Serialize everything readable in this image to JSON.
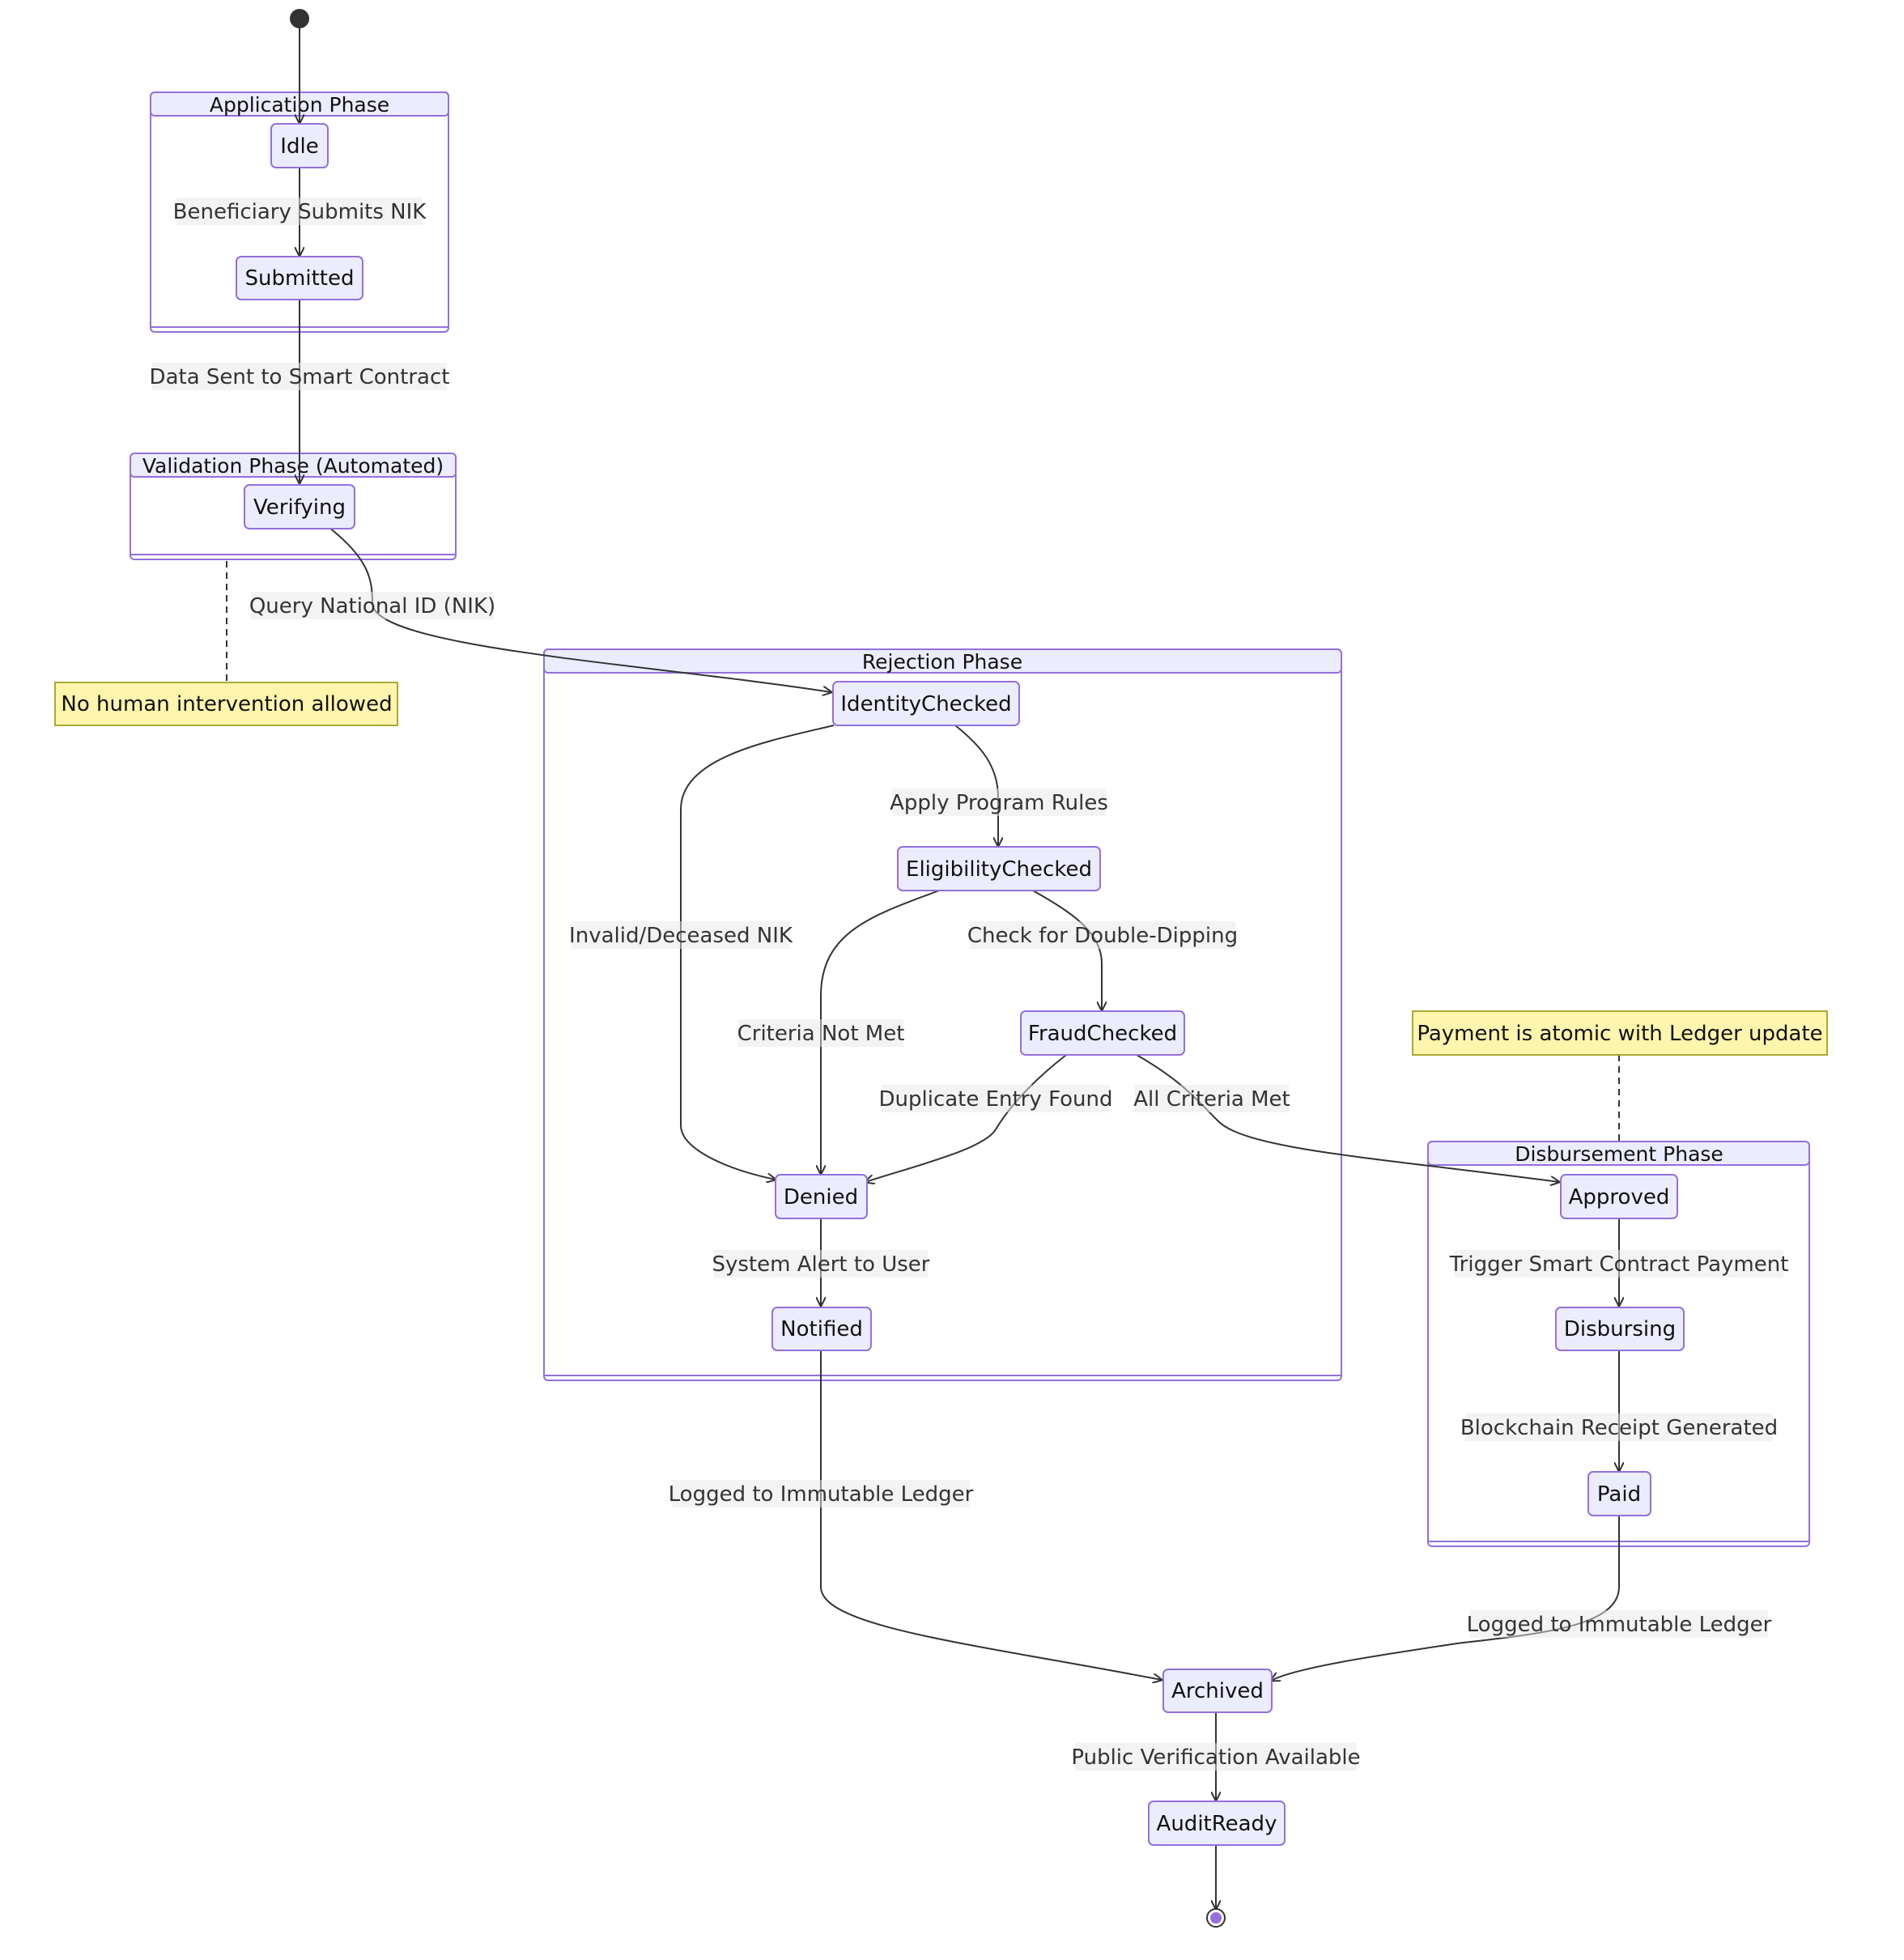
{
  "clusters": {
    "application": "Application Phase",
    "validation": "Validation Phase (Automated)",
    "rejection": "Rejection Phase",
    "disbursement": "Disbursement Phase"
  },
  "states": {
    "idle": "Idle",
    "submitted": "Submitted",
    "verifying": "Verifying",
    "identity_checked": "IdentityChecked",
    "eligibility_checked": "EligibilityChecked",
    "fraud_checked": "FraudChecked",
    "denied": "Denied",
    "notified": "Notified",
    "approved": "Approved",
    "disbursing": "Disbursing",
    "paid": "Paid",
    "archived": "Archived",
    "audit_ready": "AuditReady"
  },
  "transitions": {
    "idle_submitted": "Beneficiary Submits NIK",
    "submitted_verifying": "Data Sent to Smart Contract",
    "verifying_identity": "Query National ID (NIK)",
    "identity_eligibility": "Apply Program Rules",
    "identity_denied": "Invalid/Deceased NIK",
    "eligibility_fraud": "Check for Double-Dipping",
    "eligibility_denied": "Criteria Not Met",
    "fraud_denied": "Duplicate Entry Found",
    "fraud_approved": "All Criteria Met",
    "denied_notified": "System Alert to User",
    "notified_archived": "Logged to Immutable Ledger",
    "approved_disbursing": "Trigger Smart Contract Payment",
    "disbursing_paid": "Blockchain Receipt Generated",
    "paid_archived": "Logged to Immutable Ledger",
    "archived_auditready": "Public Verification Available"
  },
  "notes": {
    "validation": "No human intervention allowed",
    "disbursement": "Payment is atomic with Ledger update"
  },
  "colors": {
    "state_fill": "#ececff",
    "state_stroke": "#9370db",
    "note_fill": "#fff5ad",
    "note_stroke": "#aaaa33",
    "edge": "#333333"
  }
}
